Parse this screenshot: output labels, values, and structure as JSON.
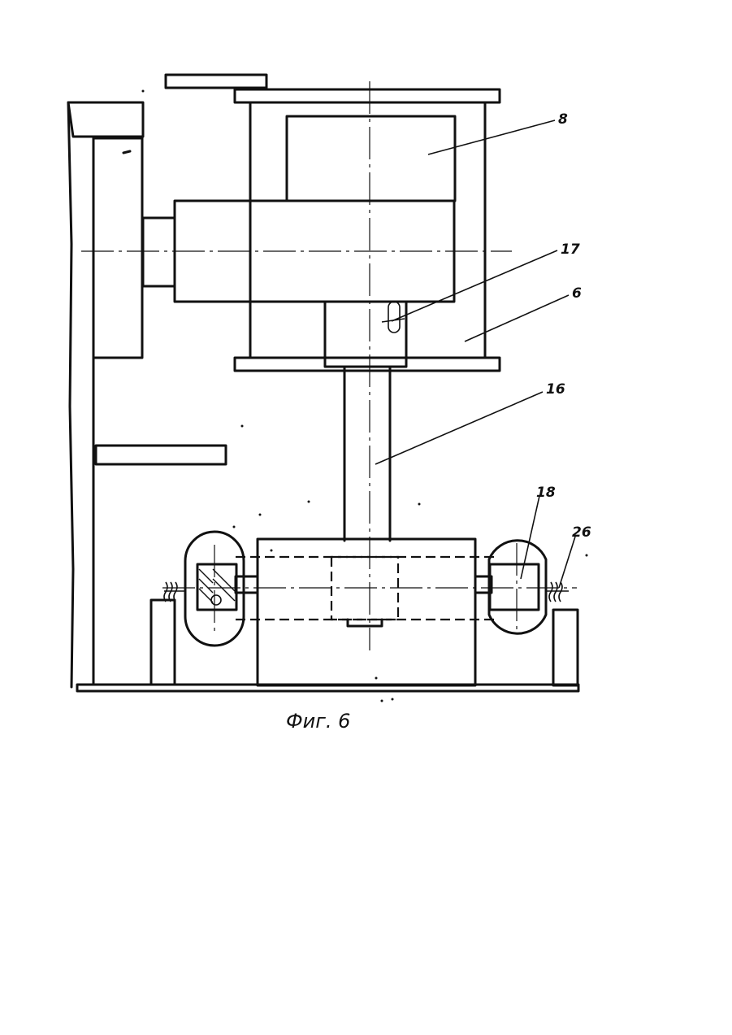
{
  "figure": {
    "caption": "Фиг. 6",
    "callouts": [
      {
        "id": "8",
        "text": "8"
      },
      {
        "id": "17",
        "text": "17"
      },
      {
        "id": "6",
        "text": "6"
      },
      {
        "id": "16",
        "text": "16"
      },
      {
        "id": "18",
        "text": "18"
      },
      {
        "id": "26",
        "text": "26"
      }
    ]
  }
}
